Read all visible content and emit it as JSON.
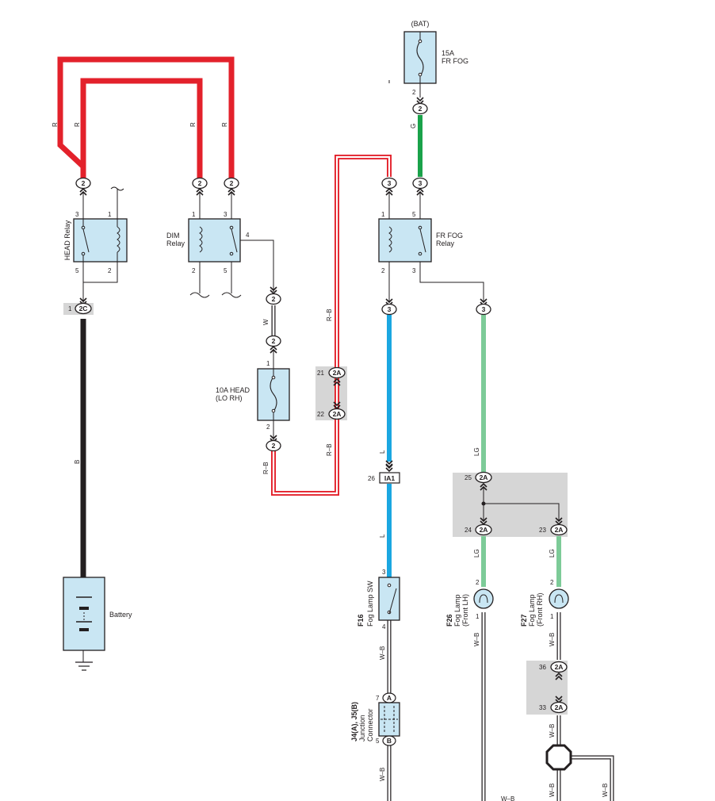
{
  "colors": {
    "red": "#e3212b",
    "black": "#231f20",
    "green": "#1aa24a",
    "blue": "#1ba7e1",
    "light_green": "#7dcb98",
    "component_fill": "#c9e6f3",
    "shade": "#d6d6d6"
  },
  "components": {
    "head_relay": "HEAD Relay",
    "dim_relay_1": "DIM",
    "dim_relay_2": "Relay",
    "fuse_head_1": "10A HEAD",
    "fuse_head_2": "(LO RH)",
    "fuse_fog_1": "15A",
    "fuse_fog_2": "FR FOG",
    "bat": "(BAT)",
    "fr_fog_relay_1": "FR FOG",
    "fr_fog_relay_2": "Relay",
    "battery": "Battery",
    "f16_code": "F16",
    "f16_name": "Fog Lamp SW",
    "f26_code": "F26",
    "f26_name_1": "Fog Lamp",
    "f26_name_2": "(Front LH)",
    "f27_code": "F27",
    "f27_name_1": "Fog Lamp",
    "f27_name_2": "(Front RH)",
    "junction_code": "J4(A), J5(B)",
    "junction_name_1": "Junction",
    "junction_name_2": "Connector"
  },
  "wire_colors": {
    "r": "R",
    "rb": "R–B",
    "w": "W",
    "b": "B",
    "g": "G",
    "l": "L",
    "lg": "LG",
    "wb": "W–B"
  },
  "connectors": {
    "c2": "2",
    "c3": "3",
    "c2c": "2C",
    "c2a": "2A",
    "ia1": "IA1",
    "ca": "A",
    "cb": "B"
  },
  "pins": {
    "p1": "1",
    "p2": "2",
    "p3": "3",
    "p4": "4",
    "p5": "5",
    "p7": "7",
    "p21": "21",
    "p22": "22",
    "p23": "23",
    "p24": "24",
    "p25": "25",
    "p26": "26",
    "p33": "33",
    "p36": "36"
  }
}
